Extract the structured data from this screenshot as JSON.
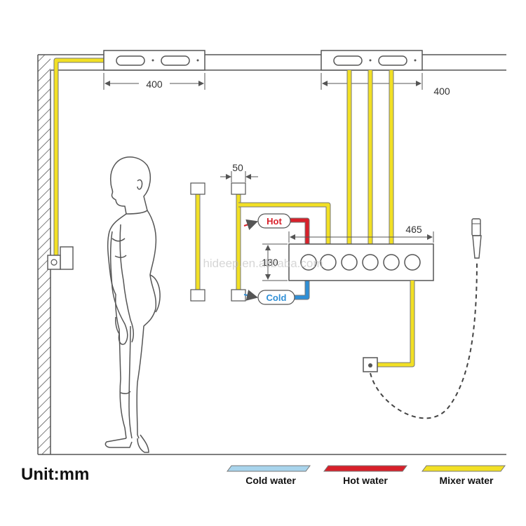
{
  "dimensions": {
    "left_panel_width": "400",
    "right_panel_width": "400",
    "valve_spacing": "50",
    "valve_height": "130",
    "mixer_width": "465"
  },
  "labels": {
    "hot": "Hot",
    "cold": "Cold",
    "watermark": "hideep.en.alibaba.com"
  },
  "unit": "Unit:mm",
  "legend": {
    "cold": "Cold water",
    "hot": "Hot water",
    "mixer": "Mixer water"
  },
  "colors": {
    "cold": "#2f8fd6",
    "cold_legend": "#a8d4ec",
    "hot": "#d8202a",
    "mixer": "#f2e025",
    "line": "#555555"
  }
}
